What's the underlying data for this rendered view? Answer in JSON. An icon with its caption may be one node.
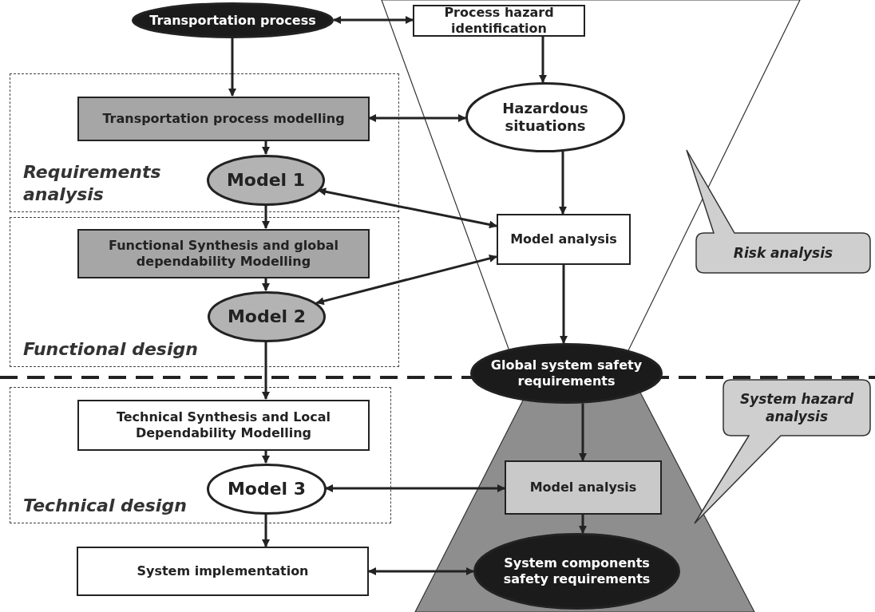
{
  "diagram": {
    "nodes": [
      {
        "text": [
          "Transportation process"
        ]
      },
      {
        "text": [
          "Process hazard identification"
        ]
      },
      {
        "text": [
          "Requirements analysis"
        ]
      },
      {
        "text": [
          "Transportation process modelling"
        ],
        "in": 2
      },
      {
        "text": [
          "Hazardous situations"
        ]
      },
      {
        "text": [
          "Model 1"
        ],
        "in": 2
      },
      {
        "text": [
          "Model analysis"
        ]
      },
      {
        "text": [
          "Risk analysis"
        ]
      },
      {
        "text": [
          "Functional design"
        ]
      },
      {
        "text": [
          "Functional Synthesis and global dependability Modelling"
        ],
        "in": 8
      },
      {
        "text": [
          "Model 2"
        ],
        "in": 8
      },
      {
        "text": [
          "Global system safety requirements"
        ]
      },
      {
        "text": [
          "System hazard analysis"
        ]
      },
      {
        "text": [
          "Technical design"
        ]
      },
      {
        "text": [
          "Technical Synthesis and Local Dependability Modelling"
        ],
        "in": 13
      },
      {
        "text": [
          "Model 3"
        ],
        "in": 13
      },
      {
        "text": [
          "Model analysis"
        ]
      },
      {
        "text": [
          "System implementation"
        ]
      },
      {
        "text": [
          "System components safety requirements"
        ]
      }
    ],
    "edges": [
      {
        "from": 0,
        "to": 1,
        "arrow": "both"
      },
      {
        "from": 0,
        "to": 3,
        "arrow": "to"
      },
      {
        "from": 1,
        "to": 4,
        "arrow": "to"
      },
      {
        "from": 3,
        "to": 4,
        "arrow": "both"
      },
      {
        "from": 3,
        "to": 5,
        "arrow": "to"
      },
      {
        "from": 4,
        "to": 6,
        "arrow": "to"
      },
      {
        "from": 5,
        "to": 6,
        "arrow": "both"
      },
      {
        "from": 5,
        "to": 9,
        "arrow": "to"
      },
      {
        "from": 9,
        "to": 10,
        "arrow": "to"
      },
      {
        "from": 10,
        "to": 6,
        "arrow": "both"
      },
      {
        "from": 6,
        "to": 11,
        "arrow": "to"
      },
      {
        "from": 10,
        "to": 14,
        "arrow": "to"
      },
      {
        "from": 14,
        "to": 15,
        "arrow": "to"
      },
      {
        "from": 11,
        "to": 16,
        "arrow": "to"
      },
      {
        "from": 15,
        "to": 16,
        "arrow": "both"
      },
      {
        "from": 16,
        "to": 18,
        "arrow": "to"
      },
      {
        "from": 15,
        "to": 17,
        "arrow": "to"
      },
      {
        "from": 17,
        "to": 18,
        "arrow": "both"
      }
    ]
  }
}
